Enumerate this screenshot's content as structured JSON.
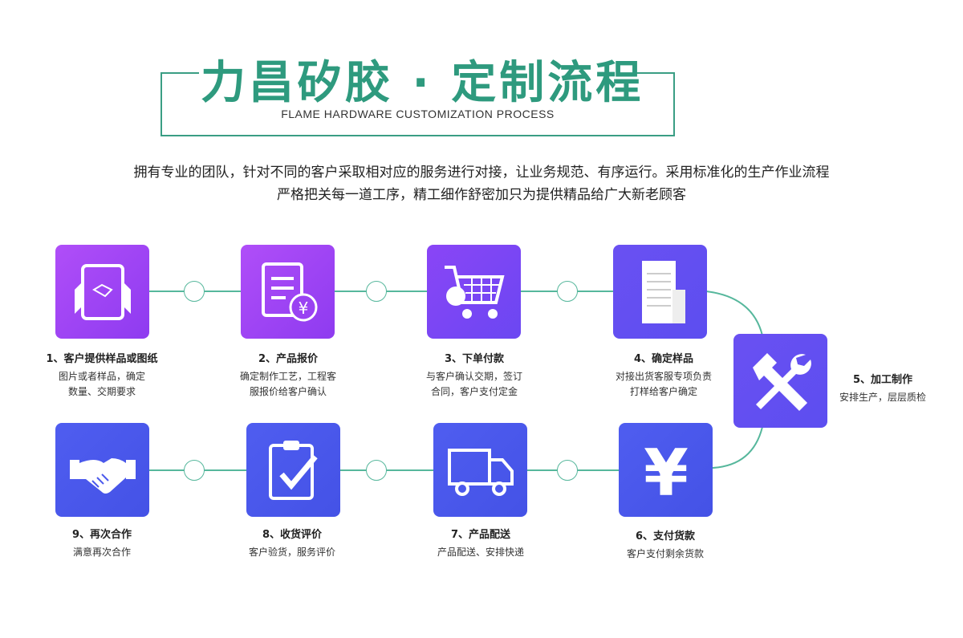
{
  "header": {
    "title": "力昌矽胶 · 定制流程",
    "subtitle": "FLAME HARDWARE CUSTOMIZATION PROCESS"
  },
  "intro": {
    "line1": "拥有专业的团队，针对不同的客户采取相对应的服务进行对接，让业务规范、有序运行。采用标准化的生产作业流程",
    "line2": "严格把关每一道工序，精工细作舒密加只为提供精品给广大新老顾客"
  },
  "steps": [
    {
      "title": "1、客户提供样品或图纸",
      "desc1": "图片或者样品，确定",
      "desc2": "数量、交期要求",
      "icon": "tablet-handshake-icon"
    },
    {
      "title": "2、产品报价",
      "desc1": "确定制作工艺，工程客",
      "desc2": "服报价给客户确认",
      "icon": "document-yen-icon"
    },
    {
      "title": "3、下单付款",
      "desc1": "与客户确认交期，签订",
      "desc2": "合同，客户支付定金",
      "icon": "shopping-cart-icon"
    },
    {
      "title": "4、确定样品",
      "desc1": "对接出货客服专项负责",
      "desc2": "打样给客户确定",
      "icon": "documents-icon"
    },
    {
      "title": "5、加工制作",
      "desc1": "安排生产，层层质检",
      "icon": "tools-icon"
    },
    {
      "title": "6、支付货款",
      "desc1": "客户支付剩余货款",
      "icon": "yen-icon"
    },
    {
      "title": "7、产品配送",
      "desc1": "产品配送、安排快递",
      "icon": "truck-icon"
    },
    {
      "title": "8、收货评价",
      "desc1": "客户验货，服务评价",
      "icon": "clipboard-check-icon"
    },
    {
      "title": "9、再次合作",
      "desc1": "满意再次合作",
      "icon": "handshake-icon"
    }
  ]
}
